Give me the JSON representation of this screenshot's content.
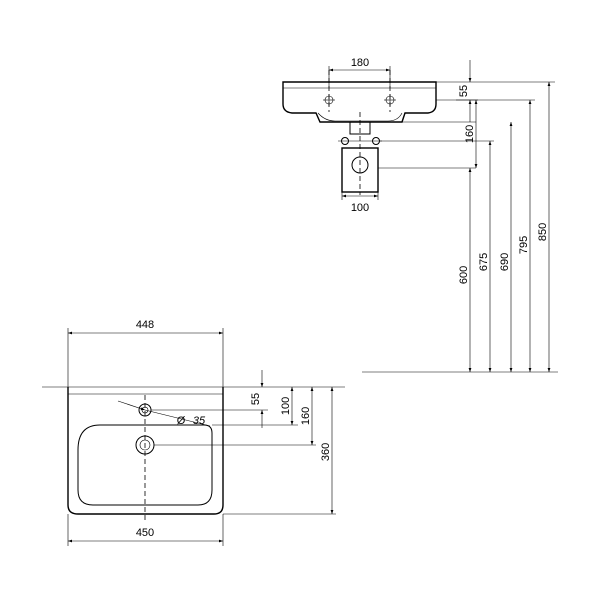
{
  "side_view": {
    "dims": {
      "tap_spacing": "180",
      "rim_depth": "55",
      "trap_offset": "160",
      "trap_width": "100",
      "h600": "600",
      "h675": "675",
      "h690": "690",
      "h795": "795",
      "h850": "850"
    }
  },
  "top_view": {
    "dims": {
      "outer_width": "448",
      "inner_width": "450",
      "tap_offset": "55",
      "drain_offset": "100",
      "basin_depth": "160",
      "total_depth": "360",
      "hole_diameter": "35"
    }
  }
}
